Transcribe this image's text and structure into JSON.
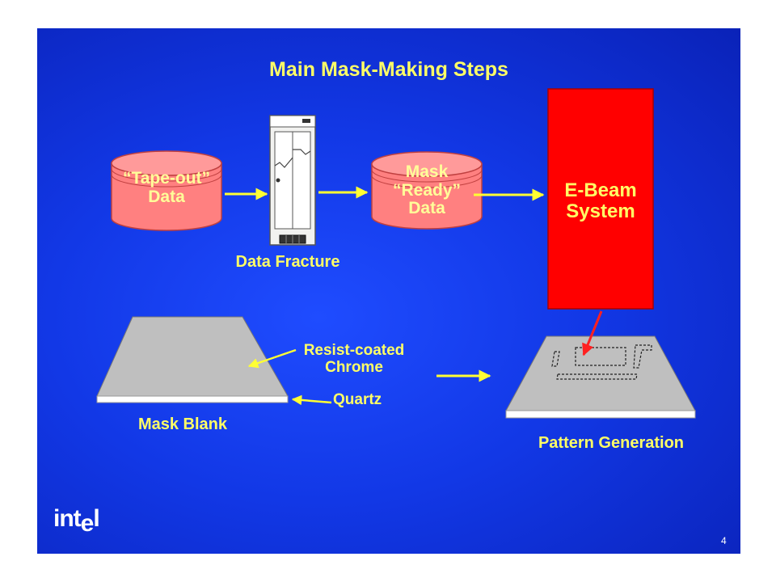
{
  "title": "Main Mask-Making Steps",
  "tapeout_label_line1": "“Tape-out”",
  "tapeout_label_line2": "Data",
  "fracture_label": "Data Fracture",
  "ready_label_line1": "Mask",
  "ready_label_line2": "“Ready”",
  "ready_label_line3": "Data",
  "ebeam_label_line1": "E-Beam",
  "ebeam_label_line2": "System",
  "resist_label_line1": "Resist-coated",
  "resist_label_line2": "Chrome",
  "quartz_label": "Quartz",
  "mask_blank_label": "Mask Blank",
  "pattern_label": "Pattern Generation",
  "logo_text_a": "int",
  "logo_text_b": "e",
  "logo_text_c": "l",
  "page_number": "4",
  "colors": {
    "background": "#1238e6",
    "label_yellow": "#ffff66",
    "cylinder_fill": "#ff8080",
    "ebeam_red": "#ff0000",
    "plate_gray": "#bfbfbf",
    "beam_arrow": "#ff2020"
  }
}
